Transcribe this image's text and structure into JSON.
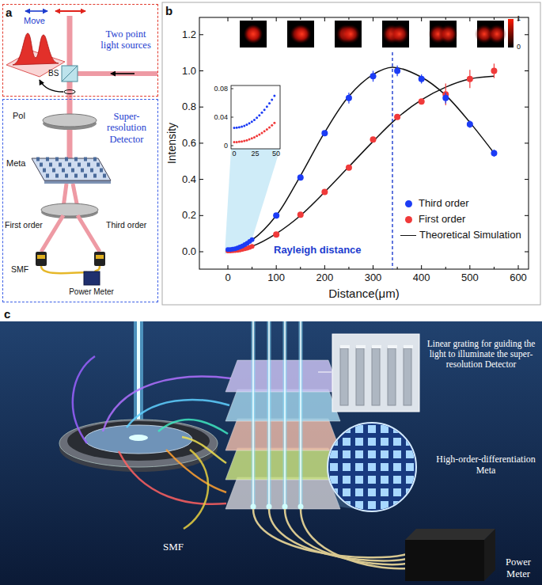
{
  "diagram": {
    "nodes": [
      {
        "text": [
          "Two point light sources"
        ]
      },
      {
        "text": [
          "Super-resolution Detector"
        ]
      },
      {
        "text": [
          "Power Meter"
        ],
        "in": 1
      },
      {
        "text": [
          "Power Meter"
        ]
      }
    ],
    "labels": [
      "a",
      "Move",
      "BS",
      "Pol",
      "Meta",
      "First order",
      "Third order",
      "SMF",
      "b",
      "1",
      "0",
      "0.08",
      "0.04",
      "0",
      "0",
      "25",
      "50",
      "1.2",
      "1.0",
      "0.8",
      "0.6",
      "0.4",
      "0.2",
      "0.0",
      "0",
      "100",
      "200",
      "300",
      "400",
      "500",
      "600",
      "Intensity",
      "Distance(μm)",
      "Rayleigh distance",
      "c",
      "Linear grating for guiding the light to illuminate the super-resolution Detector",
      "High-order-differentiation Meta",
      "SMF"
    ],
    "legend": [
      {
        "text": "Third order",
        "color": "#1c3cf5"
      },
      {
        "text": "First order",
        "color": "#f03a3a"
      },
      {
        "text": "Theoretical Simulation"
      }
    ]
  }
}
